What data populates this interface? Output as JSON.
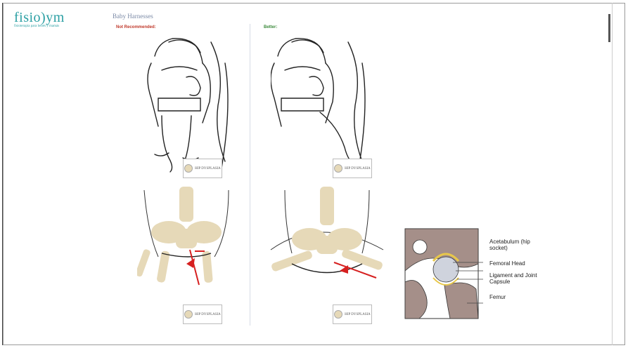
{
  "logo": {
    "text": "fisio)ym",
    "tagline": "fisioterapia para bebés y mamás"
  },
  "sheet": {
    "title": "Baby Harnesses",
    "label_not_recommended": "Not Recommended:",
    "label_better": "Better:",
    "badge_text": "HIP DYSPLASIA"
  },
  "hip_diagram": {
    "labels": [
      "Acetabulum (hip socket)",
      "Femoral Head",
      "Ligament and Joint Capsule",
      "Femur"
    ]
  },
  "colors": {
    "accent_teal": "#2a9fa3",
    "not_recommended": "#c0392b",
    "better": "#3b8a3b",
    "bone": "#e6d9b8",
    "hip_tissue": "#a58f89"
  }
}
